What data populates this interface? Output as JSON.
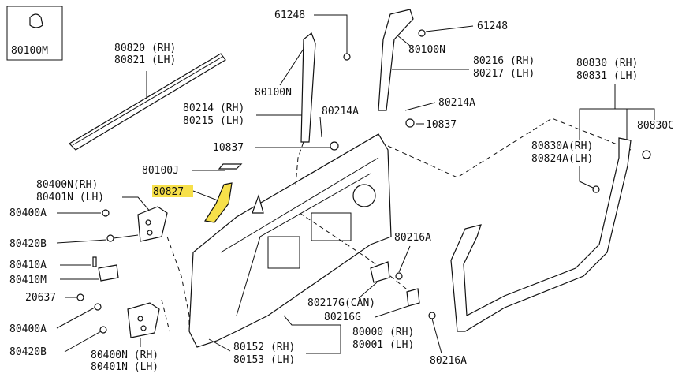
{
  "diagram": {
    "highlight_color": "#f7e04a",
    "labels": {
      "p80100M": "80100M",
      "p80820": "80820 (RH)",
      "p80821": "80821 (LH)",
      "p61248a": "61248",
      "p61248b": "61248",
      "p80100Na": "80100N",
      "p80100Nb": "80100N",
      "p80216": "80216 (RH)",
      "p80217": "80217 (LH)",
      "p80830": "80830 (RH)",
      "p80831": "80831 (LH)",
      "p80214": "80214 (RH)",
      "p80215": "80215 (LH)",
      "p80214A": "80214A",
      "p80214Ab": "80214A",
      "p10837a": "10837",
      "p10837b": "10837",
      "p80830C": "80830C",
      "p80830A": "80830A(RH)",
      "p80824A": "80824A(LH)",
      "p80100J": "80100J",
      "p80827": "80827",
      "p80400N": "80400N(RH)",
      "p80401N": "80401N (LH)",
      "p80400A": "80400A",
      "p80420B": "80420B",
      "p80410A": "80410A",
      "p80410M": "80410M",
      "p20637": "20637",
      "p80216A": "80216A",
      "p80217G": "80217G(CAN)",
      "p80216G": "80216G",
      "p80000": "80000 (RH)",
      "p80001": "80001 (LH)",
      "p80152": "80152 (RH)",
      "p80153": "80153 (LH)",
      "p80400Ab": "80400A",
      "p80420Bb": "80420B",
      "p80400Nb": "80400N (RH)",
      "p80401Nb": "80401N (LH)",
      "p80216Ab": "80216A"
    }
  }
}
